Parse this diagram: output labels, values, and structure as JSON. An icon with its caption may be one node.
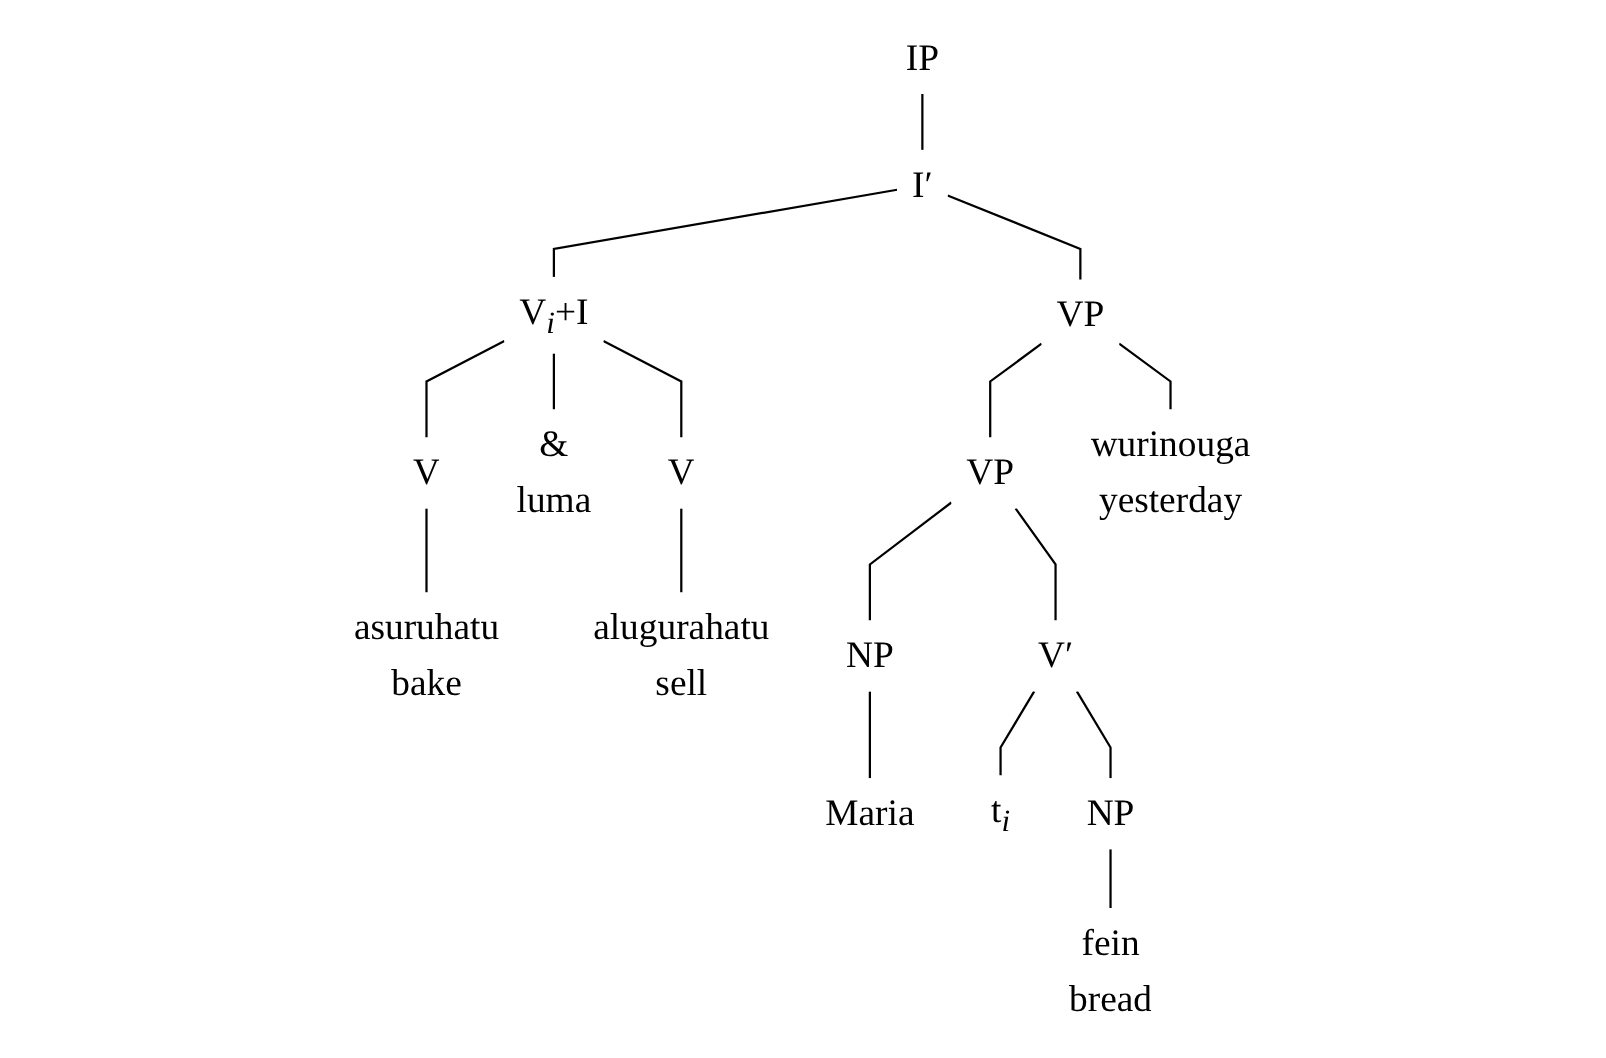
{
  "diagram": {
    "nodes": [
      {
        "text": [
          "IP"
        ]
      },
      {
        "text": [
          "I′"
        ]
      },
      {
        "text": [
          "V$_{i}$+I"
        ]
      },
      {
        "text": [
          "VP"
        ]
      },
      {
        "text": [
          "V"
        ]
      },
      {
        "text": [
          "&",
          "luma"
        ]
      },
      {
        "text": [
          "V"
        ]
      },
      {
        "text": [
          "VP"
        ]
      },
      {
        "text": [
          "wurinouga",
          "yesterday"
        ]
      },
      {
        "text": [
          "asuruhatu",
          "bake"
        ]
      },
      {
        "text": [
          "alugurahatu",
          "sell"
        ]
      },
      {
        "text": [
          "NP"
        ]
      },
      {
        "text": [
          "V′"
        ]
      },
      {
        "text": [
          "Maria"
        ]
      },
      {
        "text": [
          "t$_{i}$"
        ]
      },
      {
        "text": [
          "NP"
        ]
      },
      {
        "text": [
          "fein",
          "bread"
        ]
      }
    ],
    "edges": [
      {
        "from": 0,
        "to": 1,
        "arrow": "none"
      },
      {
        "from": 1,
        "to": 2,
        "arrow": "none"
      },
      {
        "from": 1,
        "to": 3,
        "arrow": "none"
      },
      {
        "from": 2,
        "to": 4,
        "arrow": "none"
      },
      {
        "from": 2,
        "to": 5,
        "arrow": "none"
      },
      {
        "from": 2,
        "to": 6,
        "arrow": "none"
      },
      {
        "from": 3,
        "to": 7,
        "arrow": "none"
      },
      {
        "from": 3,
        "to": 8,
        "arrow": "none"
      },
      {
        "from": 4,
        "to": 9,
        "arrow": "none"
      },
      {
        "from": 6,
        "to": 10,
        "arrow": "none"
      },
      {
        "from": 7,
        "to": 11,
        "arrow": "none"
      },
      {
        "from": 7,
        "to": 12,
        "arrow": "none"
      },
      {
        "from": 11,
        "to": 13,
        "arrow": "none"
      },
      {
        "from": 12,
        "to": 14,
        "arrow": "none"
      },
      {
        "from": 12,
        "to": 15,
        "arrow": "none"
      },
      {
        "from": 15,
        "to": 16,
        "arrow": "none"
      }
    ]
  }
}
